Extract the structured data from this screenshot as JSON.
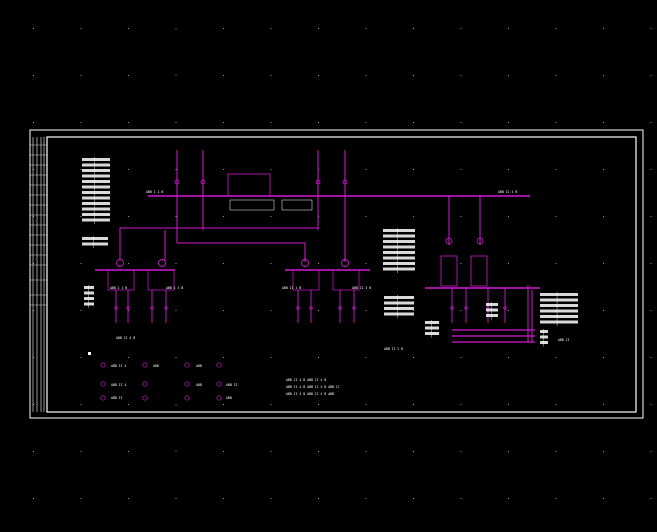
{
  "colors": {
    "background": "#000000",
    "frame": "#ffffff",
    "bus": "#d21ad2",
    "grid_dot": "#9a9a9a"
  },
  "bus_labels": {
    "left": "ABB I 2 B",
    "right": "ABB II 4 B"
  },
  "sub_bus_labels": {
    "a": "ABB I 1 B",
    "b": "ABB I 3 B",
    "c": "ABB II 1 B",
    "d": "ABB II 3 B"
  },
  "captions": {
    "bottom_left": "ABB II 4 B",
    "bottom_center": "ABB II 2 B",
    "right_label": "ABB II"
  },
  "legend": {
    "items": [
      "ABB II 4",
      "ABB II 4",
      "ABB II",
      "ABB",
      "ABB",
      "ABB",
      "ABB II",
      "ABB"
    ]
  },
  "notes": {
    "line1": "ABB II 4 B ABB II 4 B",
    "line2": "ABB II 4 B ABB II 4 B ABB II",
    "line3": "ABB II 4 B ABB II 4 B ABB"
  }
}
